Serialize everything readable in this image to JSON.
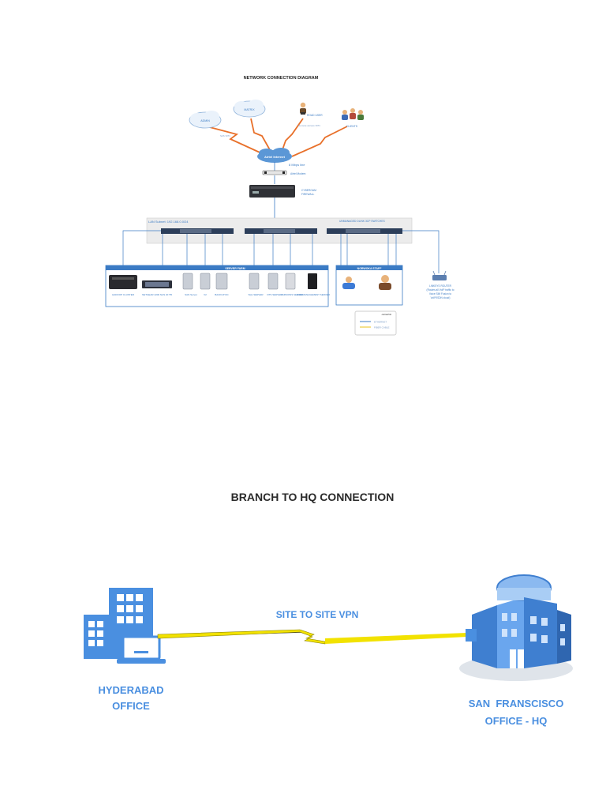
{
  "network": {
    "title": "NETWORK CONNECTION DIAGRAM",
    "clouds": {
      "left": "ADMIN",
      "middle": "MATRIX"
    },
    "remote_user": {
      "label": "ROAD USER",
      "link": "Remote access VPN"
    },
    "clients": {
      "label": "CLIENTS"
    },
    "vpn_label": "S2S VPN",
    "internet": {
      "label": "Airtel Internet",
      "speed": "8 Mbps line"
    },
    "modem": {
      "label": "Airtel Modem"
    },
    "firewall": {
      "line1": "CYBEROAM",
      "line2": "FIREWALL"
    },
    "lan": {
      "subnet": "LAN Subnet: 192.168.0.0/24",
      "switches": "UNMANAGED DLINK 3CP SWITCHES"
    },
    "server_farm": {
      "title": "SERVER FARM",
      "items": [
        "HADOOP CLUSTER",
        "NETGEAR 4200 NAS 20 TB",
        "SAN Server",
        "V2",
        "BACKUP DC",
        "SQL SERVER",
        "DTS SERVER",
        "VERSIONS SERVER",
        "CAM MANAGEMENT SERVER"
      ]
    },
    "staff": {
      "title": "NORWOKA STAFF"
    },
    "router": {
      "line1": "LINKSYS ROUTER",
      "line2": "(Routes all VoIP traffic to",
      "line3": "Voice SIM Fusion to",
      "line4": "VoIP/ISDN cloud)"
    },
    "legend": {
      "title": "LEGEND",
      "items": [
        "ETHERNET",
        "FIBER CABLE"
      ]
    }
  },
  "branch": {
    "title": "BRANCH TO HQ CONNECTION",
    "vpn": "SITE TO SITE VPN",
    "left": {
      "line1": "HYDERABAD",
      "line2": "OFFICE"
    },
    "right": {
      "line1": "SAN  FRANSCISCO",
      "line2": "OFFICE - HQ"
    }
  },
  "colors": {
    "accent_blue": "#3b7bc4",
    "link_orange": "#e8702a",
    "bolt_yellow": "#f2e200",
    "building_blue": "#4a8fe0"
  }
}
